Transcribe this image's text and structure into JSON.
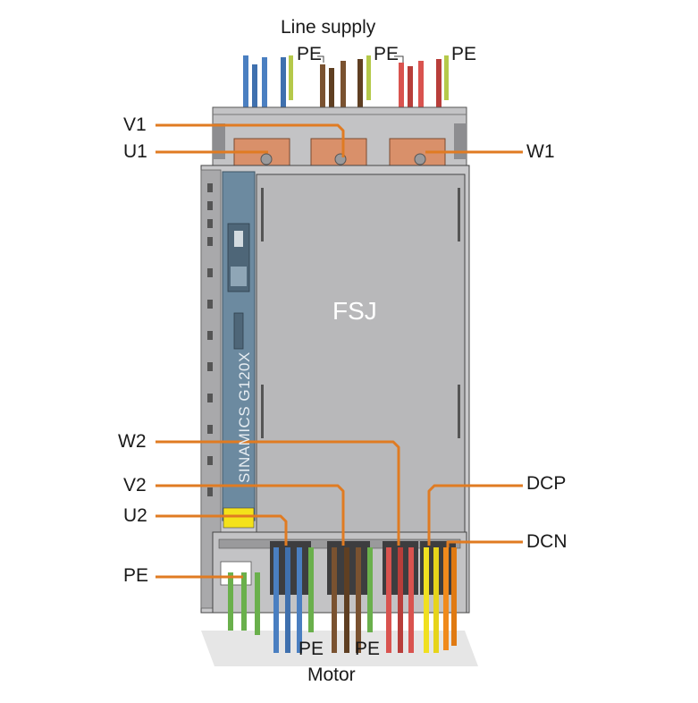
{
  "diagram": {
    "top_title": "Line supply",
    "bottom_title": "Motor",
    "frame_label": "FSJ",
    "brand_text": "SINAMICS G120X",
    "labels": {
      "v1": "V1",
      "u1": "U1",
      "w1": "W1",
      "w2": "W2",
      "v2": "V2",
      "u2": "U2",
      "pe_left": "PE",
      "dcp": "DCP",
      "dcn": "DCN",
      "pe_top_1": "PE",
      "pe_top_2": "PE",
      "pe_top_3": "PE",
      "pe_bottom_1": "PE",
      "pe_bottom_2": "PE"
    },
    "colors": {
      "callout": "#e07b22",
      "housing": "#c3c3c5",
      "panel": "#b8b8ba",
      "control_unit": "#6c8aa0",
      "busbar": "#d9906a",
      "phase_u": "#4a7fc1",
      "phase_v": "#7a5230",
      "phase_w": "#d9534f",
      "pe": "#6ab04c",
      "dcp": "#f0e020",
      "dcn": "#f08a1c"
    }
  }
}
